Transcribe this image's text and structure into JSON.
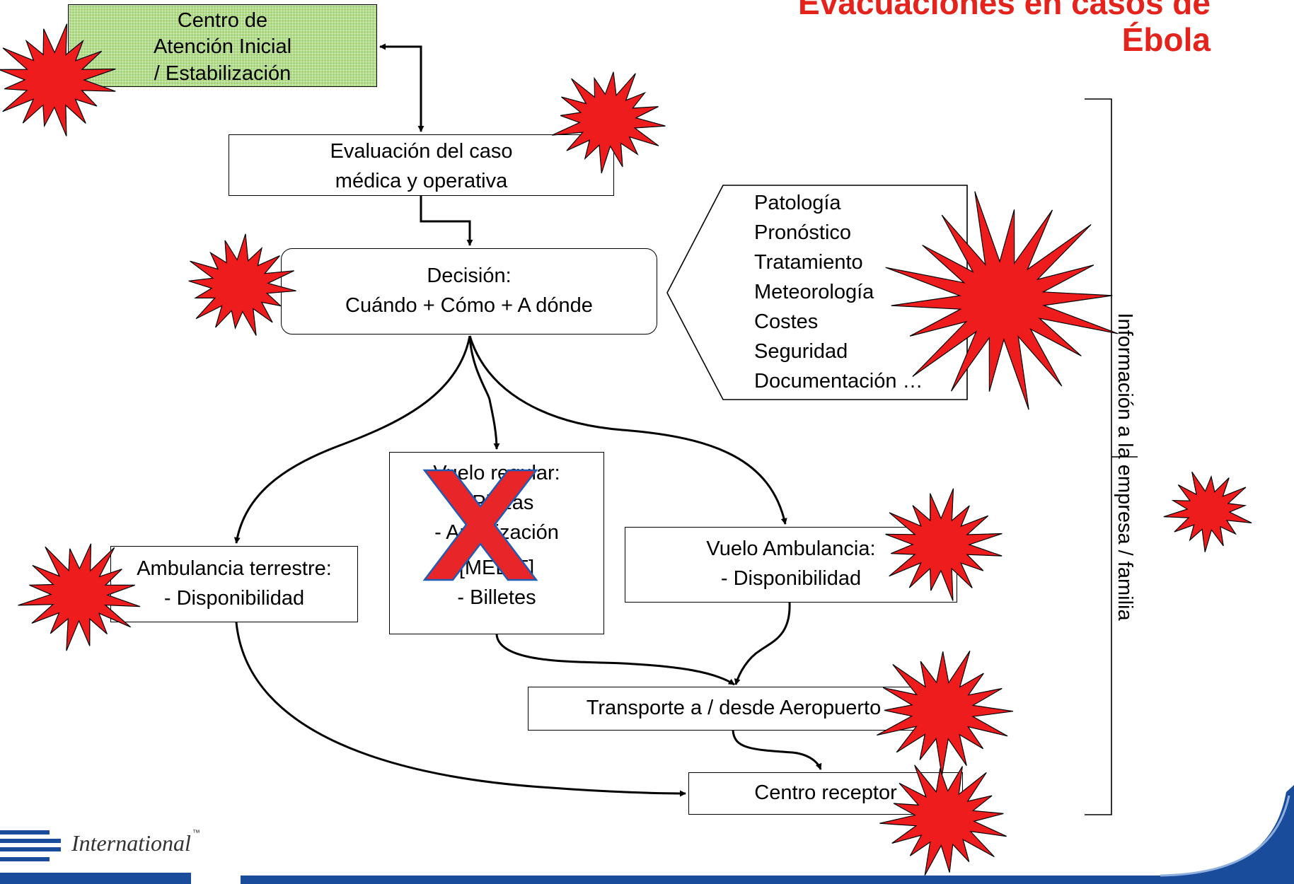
{
  "title": {
    "line1": "Evacuaciones en casos de",
    "line2": "Ébola"
  },
  "nodes": {
    "initial_center": {
      "lines": [
        "Centro  de",
        "Atención  Inicial",
        "/ Estabilización"
      ]
    },
    "evaluation": {
      "lines": [
        "Evaluación del caso",
        "médica y operativa"
      ]
    },
    "decision": {
      "lines": [
        "Decisión:",
        "Cuándo + Cómo + A dónde"
      ]
    },
    "regular_flight": {
      "lines": [
        "Vuelo regular:",
        "- Plazas",
        "- Autorización",
        "[MEDIF]",
        "- Billetes"
      ]
    },
    "ground_ambulance": {
      "lines": [
        "Ambulancia terrestre:",
        "- Disponibilidad"
      ]
    },
    "air_ambulance": {
      "lines": [
        "Vuelo Ambulancia:",
        "- Disponibilidad"
      ]
    },
    "airport_transport": {
      "lines": [
        "Transporte a / desde  Aeropuerto"
      ]
    },
    "receiving_center": {
      "lines": [
        "Centro receptor"
      ]
    }
  },
  "decision_factors": [
    "Patología",
    "Pronóstico",
    "Tratamiento",
    "Meteorología",
    "Costes",
    "Seguridad",
    "Documentación …"
  ],
  "side_label": "Información a la empresa / familia",
  "logo": {
    "text": "International",
    "trademark": "™"
  },
  "colors": {
    "title": "#e4231c",
    "star_fill": "#ee1c1c",
    "green_box": "#a6d47a",
    "cross": "#e8262a",
    "footer_blue": "#1a4c9c"
  }
}
